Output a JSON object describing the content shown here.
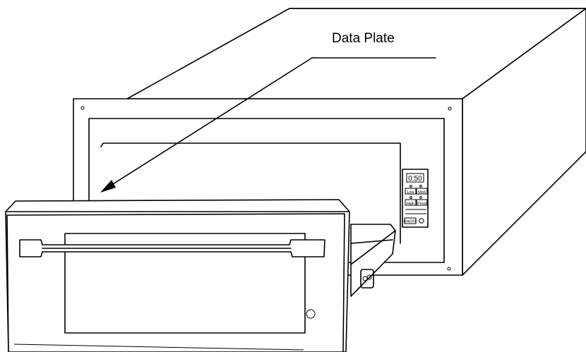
{
  "callout": {
    "label": "Data Plate"
  },
  "control_panel": {
    "display": "0:50",
    "buttons": [
      "Low",
      "Med",
      "High",
      "Proof"
    ],
    "on_off_label": "ON/OFF"
  }
}
